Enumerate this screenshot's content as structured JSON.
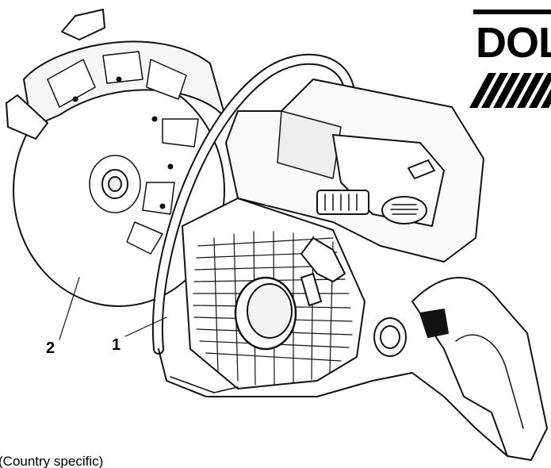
{
  "brand": {
    "logo_text": "DOL"
  },
  "figure": {
    "callouts": [
      {
        "label": "2"
      },
      {
        "label": "1"
      }
    ],
    "caption": "(Country specific)"
  }
}
